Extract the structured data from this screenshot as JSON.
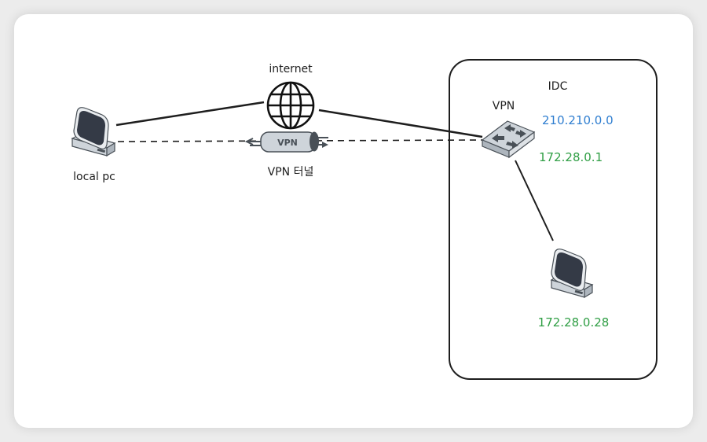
{
  "nodes": {
    "local_pc": {
      "label": "local pc"
    },
    "internet": {
      "label": "internet"
    },
    "vpn_tunnel": {
      "badge": "VPN",
      "label": "VPN 터널"
    },
    "idc": {
      "label": "IDC"
    },
    "vpn_switch": {
      "label": "VPN",
      "public_ip": "210.210.0.0",
      "private_ip": "172.28.0.1"
    },
    "idc_server": {
      "ip": "172.28.0.28"
    }
  },
  "colors": {
    "public_ip": "#2f7ed0",
    "private_ip": "#2f9e44",
    "stroke": "#1e1e1e",
    "device_fill": "#343a46",
    "device_body": "#ced4da"
  }
}
